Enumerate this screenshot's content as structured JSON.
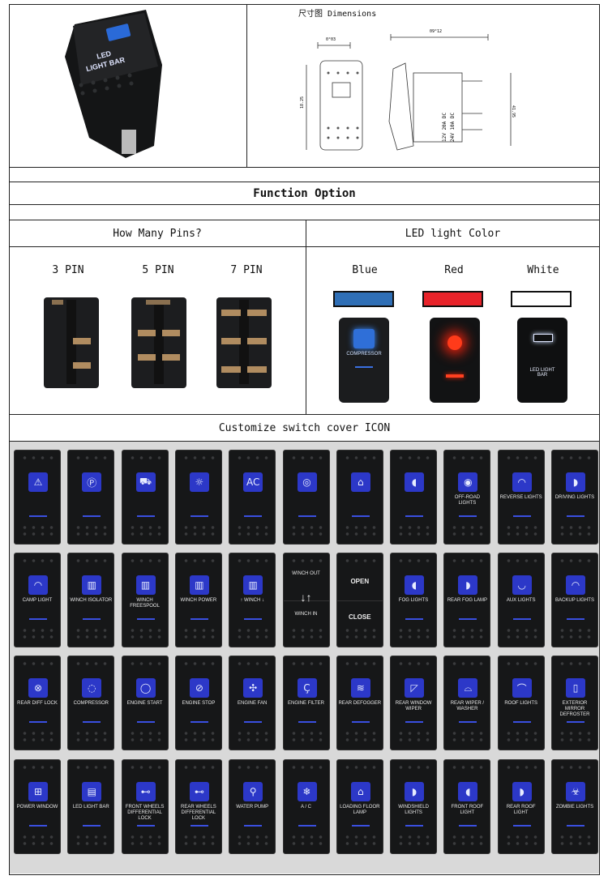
{
  "dimensions_title": "尺寸图 Dimensions",
  "hero_switch": {
    "line1": "LED",
    "line2": "LIGHT BAR"
  },
  "dim_labels": {
    "width_small": "0°03",
    "width_big": "09°12",
    "height_front": "18.25",
    "height_side": "41.95",
    "rating1": "12V  20A  DC",
    "rating2": "24V  10A  DC"
  },
  "function_option": "Function Option",
  "pins_header": "How Many Pins?",
  "color_header": "LED light Color",
  "pins": [
    {
      "label": "3 PIN"
    },
    {
      "label": "5 PIN"
    },
    {
      "label": "7 PIN"
    }
  ],
  "colors": [
    {
      "label": "Blue",
      "hex": "#2f6fb6",
      "caption": "COMPRESSOR"
    },
    {
      "label": "Red",
      "hex": "#e8232a",
      "caption": ""
    },
    {
      "label": "White",
      "hex": "#ffffff",
      "caption": "LED LIGHT BAR"
    }
  ],
  "customize_header": "Customize switch cover ICON",
  "icons": [
    [
      {
        "label": "",
        "glyph": "⚠"
      },
      {
        "label": "",
        "glyph": "Ⓟ"
      },
      {
        "label": "",
        "glyph": "⛟"
      },
      {
        "label": "",
        "glyph": "☼"
      },
      {
        "label": "",
        "glyph": "AC"
      },
      {
        "label": "",
        "glyph": "◎"
      },
      {
        "label": "",
        "glyph": "⌂"
      },
      {
        "label": "",
        "glyph": "◖"
      },
      {
        "label": "OFF-ROAD LIGHTS",
        "glyph": "◉"
      },
      {
        "label": "REVERSE LIGHTS",
        "glyph": "◠"
      },
      {
        "label": "DRIVING LIGHTS",
        "glyph": "◗"
      }
    ],
    [
      {
        "label": "CAMP LIGHT",
        "glyph": "◠"
      },
      {
        "label": "WINCH ISOLATOR",
        "glyph": "▥"
      },
      {
        "label": "WINCH FREESPOOL",
        "glyph": "▥"
      },
      {
        "label": "WINCH POWER",
        "glyph": "▥"
      },
      {
        "label": "↑ WINCH ↓",
        "glyph": "▥"
      },
      {
        "label": "WINCH OUT",
        "glyph": "",
        "label2": "WINCH IN",
        "split": true
      },
      {
        "label": "OPEN",
        "glyph": "",
        "label2": "CLOSE",
        "split": true,
        "big": true
      },
      {
        "label": "FOG LIGHTS",
        "glyph": "◖"
      },
      {
        "label": "REAR FOG LAMP",
        "glyph": "◗"
      },
      {
        "label": "AUX LIGHTS",
        "glyph": "◡"
      },
      {
        "label": "BACKUP LIGHTS",
        "glyph": "◠"
      }
    ],
    [
      {
        "label": "REAR DIFF LOCK",
        "glyph": "⊗"
      },
      {
        "label": "COMPRESSOR",
        "glyph": "◌"
      },
      {
        "label": "ENGINE START",
        "glyph": "◯"
      },
      {
        "label": "ENGINE STOP",
        "glyph": "⊘"
      },
      {
        "label": "ENGINE FAN",
        "glyph": "✣"
      },
      {
        "label": "ENGINE FILTER",
        "glyph": "Ҫ"
      },
      {
        "label": "REAR DEFOGGER",
        "glyph": "≋"
      },
      {
        "label": "REAR WINDOW WIPER",
        "glyph": "◸"
      },
      {
        "label": "REAR WIPER / WASHER",
        "glyph": "⌓"
      },
      {
        "label": "ROOF LIGHTS",
        "glyph": "⌒"
      },
      {
        "label": "EXTERIOR MIRROR DEFROSTER",
        "glyph": "▯"
      }
    ],
    [
      {
        "label": "POWER WINDOW",
        "glyph": "⊞"
      },
      {
        "label": "LED LIGHT BAR",
        "glyph": "▤"
      },
      {
        "label": "FRONT WHEELS DIFFERENTIAL LOCK",
        "glyph": "⊷"
      },
      {
        "label": "REAR WHEELS DIFFERENTIAL LOCK",
        "glyph": "⊷"
      },
      {
        "label": "WATER PUMP",
        "glyph": "⚲"
      },
      {
        "label": "A / C",
        "glyph": "❄"
      },
      {
        "label": "LOADING FLOOR LAMP",
        "glyph": "⌂"
      },
      {
        "label": "WINDSHIELD LIGHTS",
        "glyph": "◗"
      },
      {
        "label": "FRONT ROOF LIGHT",
        "glyph": "◖"
      },
      {
        "label": "REAR ROOF LIGHT",
        "glyph": "◗"
      },
      {
        "label": "ZOMBIE LIGHTS",
        "glyph": "☣"
      }
    ]
  ]
}
